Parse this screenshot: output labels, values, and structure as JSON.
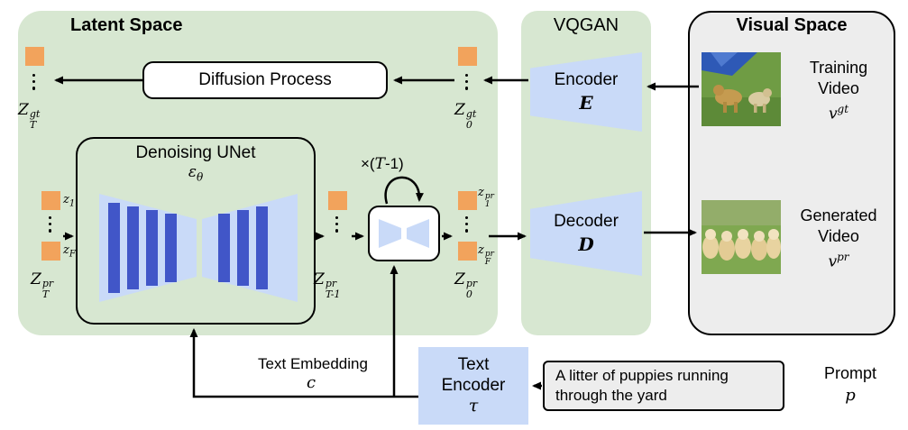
{
  "colors": {
    "panel_green": "#d7e7d1",
    "panel_grey": "#ededed",
    "box_blue": "#c9daf8",
    "bar_blue": "#4156c8",
    "token_orange": "#f2a35c",
    "arrow_black": "#000000"
  },
  "latent_space": {
    "title": "Latent Space",
    "diffusion_process": "Diffusion Process",
    "unet_title": "Denoising UNet",
    "unet_symbol": {
      "base": "ε",
      "sub": "θ"
    },
    "loop": {
      "pre": "×(",
      "var": "T",
      "post": "-1)"
    }
  },
  "vqgan": {
    "title": "VQGAN",
    "encoder_label": "Encoder",
    "encoder_symbol": "E",
    "decoder_label": "Decoder",
    "decoder_symbol": "D"
  },
  "visual_space": {
    "title": "Visual Space",
    "training_video": {
      "line1": "Training",
      "line2": "Video",
      "symbol": {
        "base": "v",
        "sup": "gt"
      }
    },
    "generated_video": {
      "line1": "Generated",
      "line2": "Video",
      "symbol": {
        "base": "v",
        "sup": "pr"
      }
    }
  },
  "text_encoder": {
    "line1": "Text",
    "line2": "Encoder",
    "symbol": "τ"
  },
  "prompt": {
    "text": "A litter of puppies running through the yard",
    "label": "Prompt",
    "symbol": "p"
  },
  "text_embedding": {
    "label": "Text Embedding",
    "symbol": "c"
  },
  "tokens": {
    "z_T_gt": {
      "base": "Z",
      "sup": "gt",
      "sub": "T"
    },
    "z_0_gt": {
      "base": "Z",
      "sup": "gt",
      "sub": "0"
    },
    "z_T_pr": {
      "base": "Z",
      "sup": "pr",
      "sub": "T"
    },
    "z_Tm1_pr": {
      "base": "Z",
      "sup": "pr",
      "sub": "T-1"
    },
    "z_0_pr": {
      "base": "Z",
      "sup": "pr",
      "sub": "0"
    },
    "z_1": {
      "base": "z",
      "sub": "1"
    },
    "z_F": {
      "base": "z",
      "sub": "F"
    },
    "z_1_pr": {
      "base": "z",
      "sup": "pr",
      "sub": "1"
    },
    "z_F_pr": {
      "base": "z",
      "sup": "pr",
      "sub": "F"
    }
  }
}
